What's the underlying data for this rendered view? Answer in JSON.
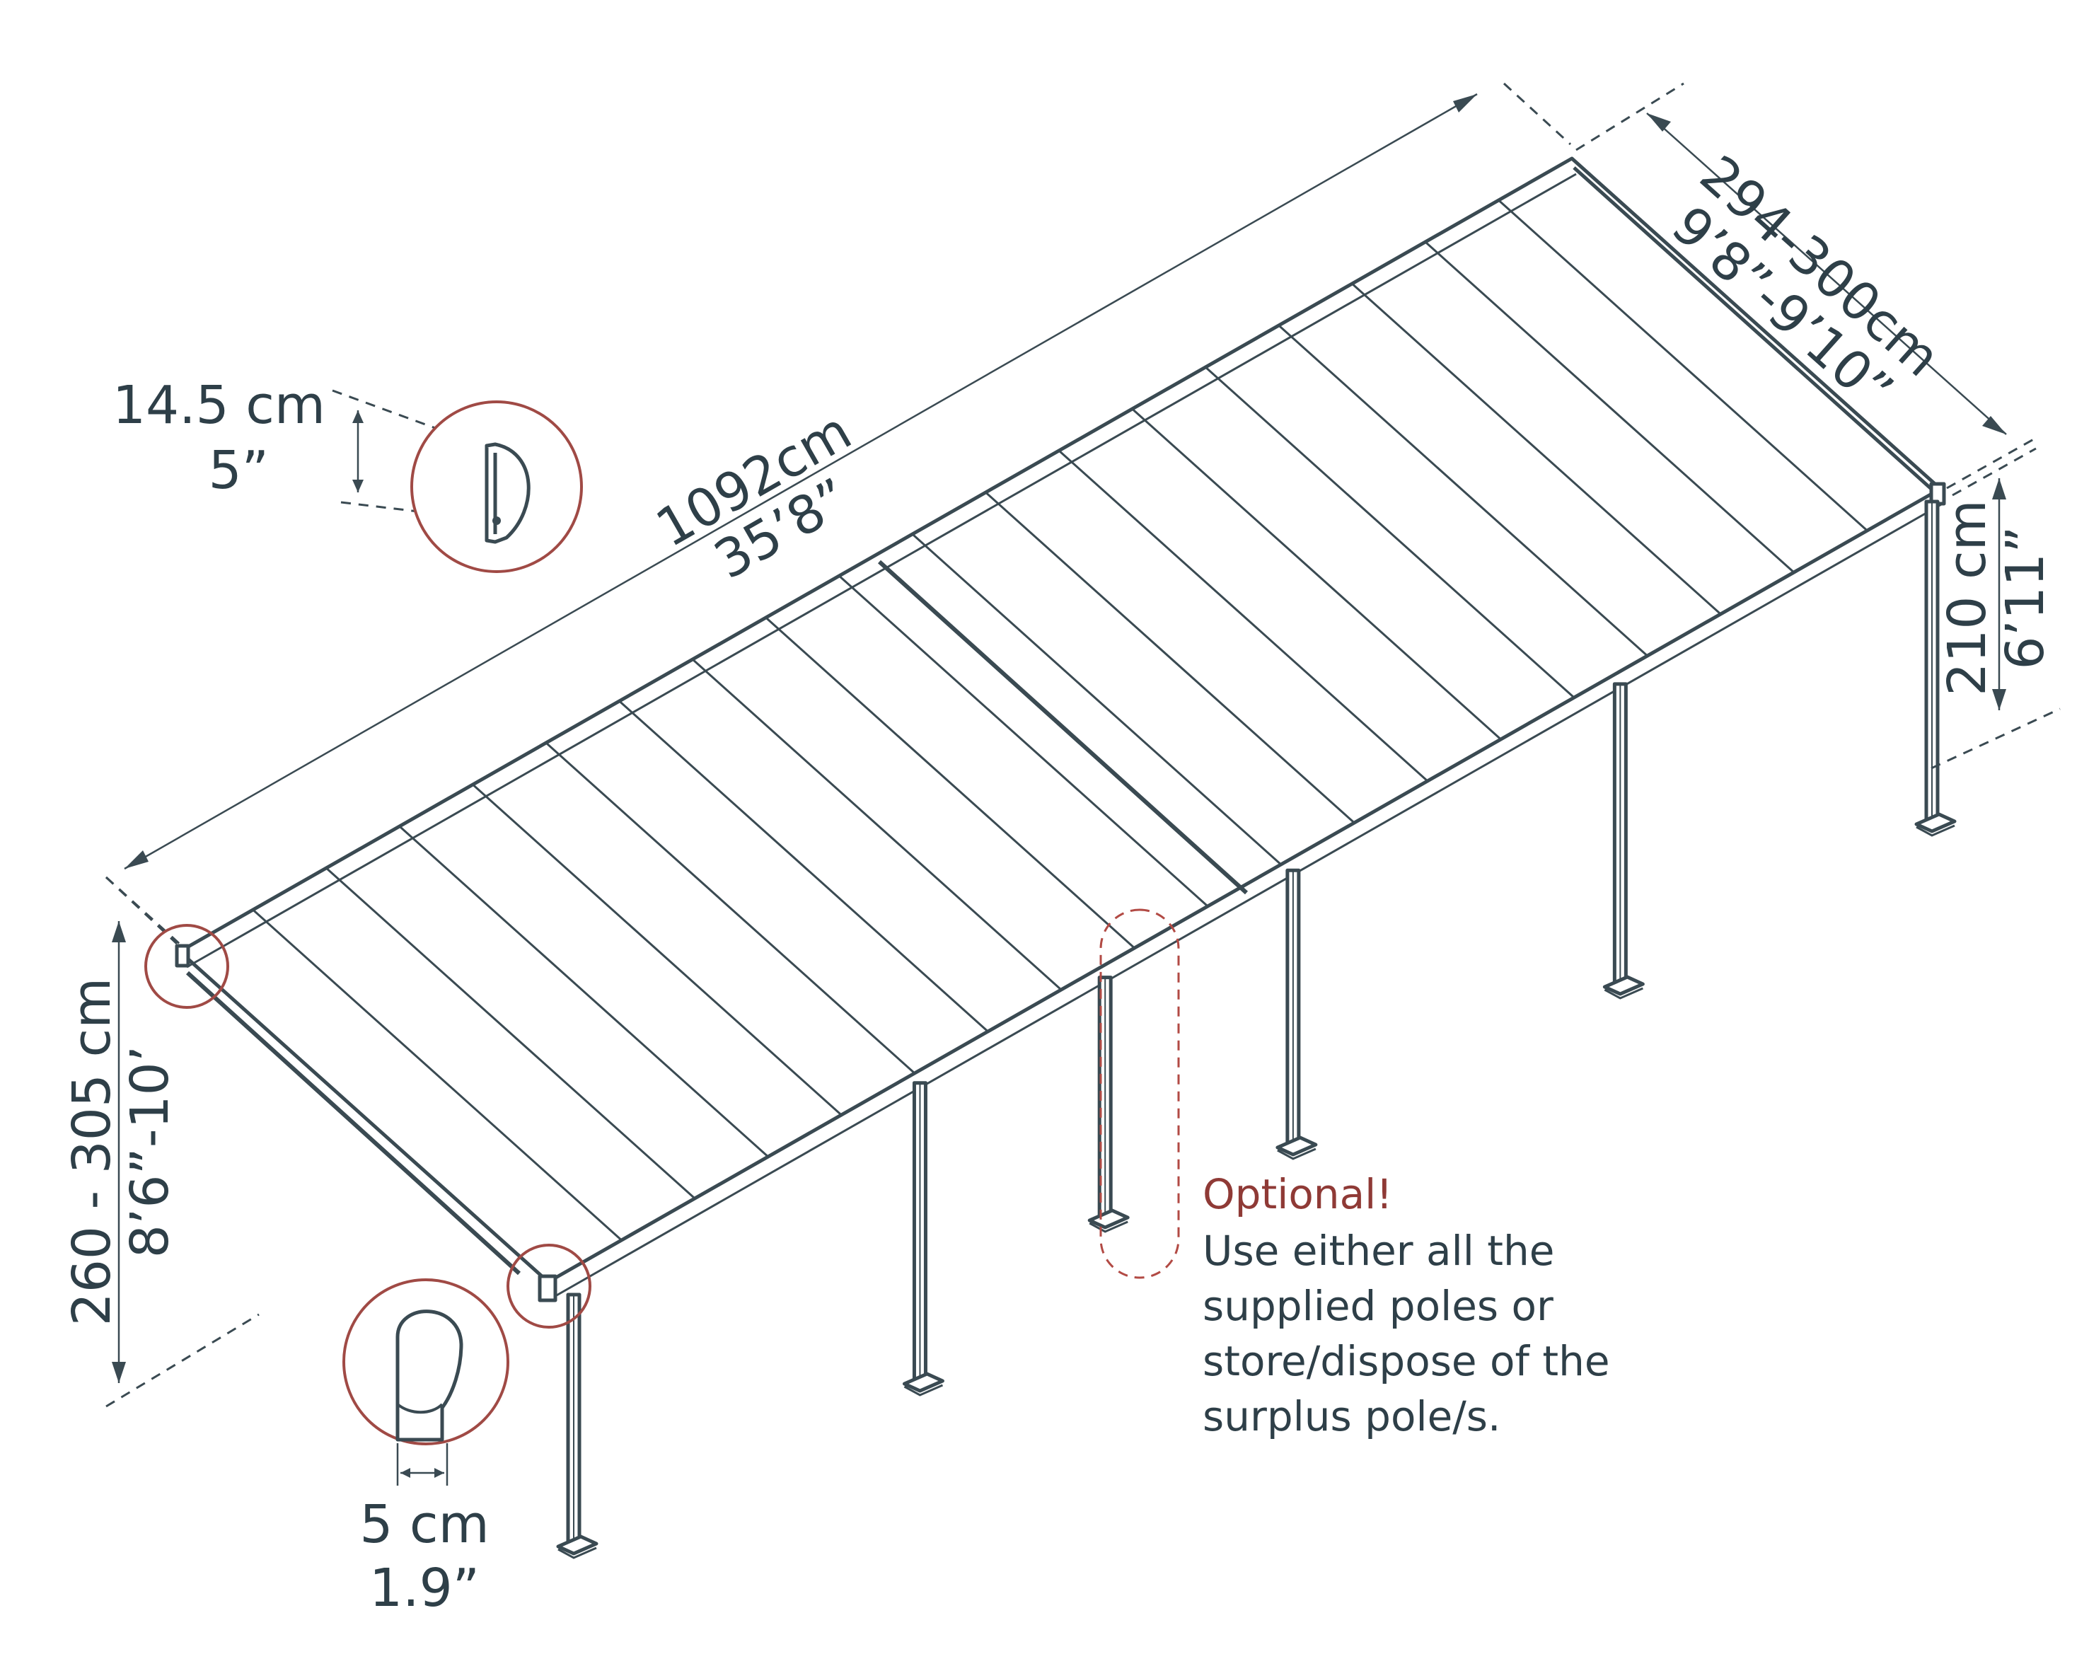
{
  "length_dim": {
    "metric": "1092cm",
    "imperial": "35’8”"
  },
  "width_dim": {
    "metric": "294-300cm",
    "imperial": "9’8”-9’10”"
  },
  "back_height_dim": {
    "metric": "210 cm",
    "imperial": "6’11”"
  },
  "front_height_dim": {
    "metric": "260 - 305 cm",
    "imperial": "8’6”-10’"
  },
  "profile_dim": {
    "metric": "14.5 cm",
    "imperial": "5”"
  },
  "pole_dim": {
    "metric": "5 cm",
    "imperial": "1.9”"
  },
  "note": {
    "title": "Optional!",
    "lines": [
      "Use either all the",
      "supplied poles or",
      "store/dispose of the",
      "surplus pole/s."
    ]
  },
  "colors": {
    "ink": "#3a4a52",
    "text": "#2e3f48",
    "accent": "#a04a45"
  }
}
